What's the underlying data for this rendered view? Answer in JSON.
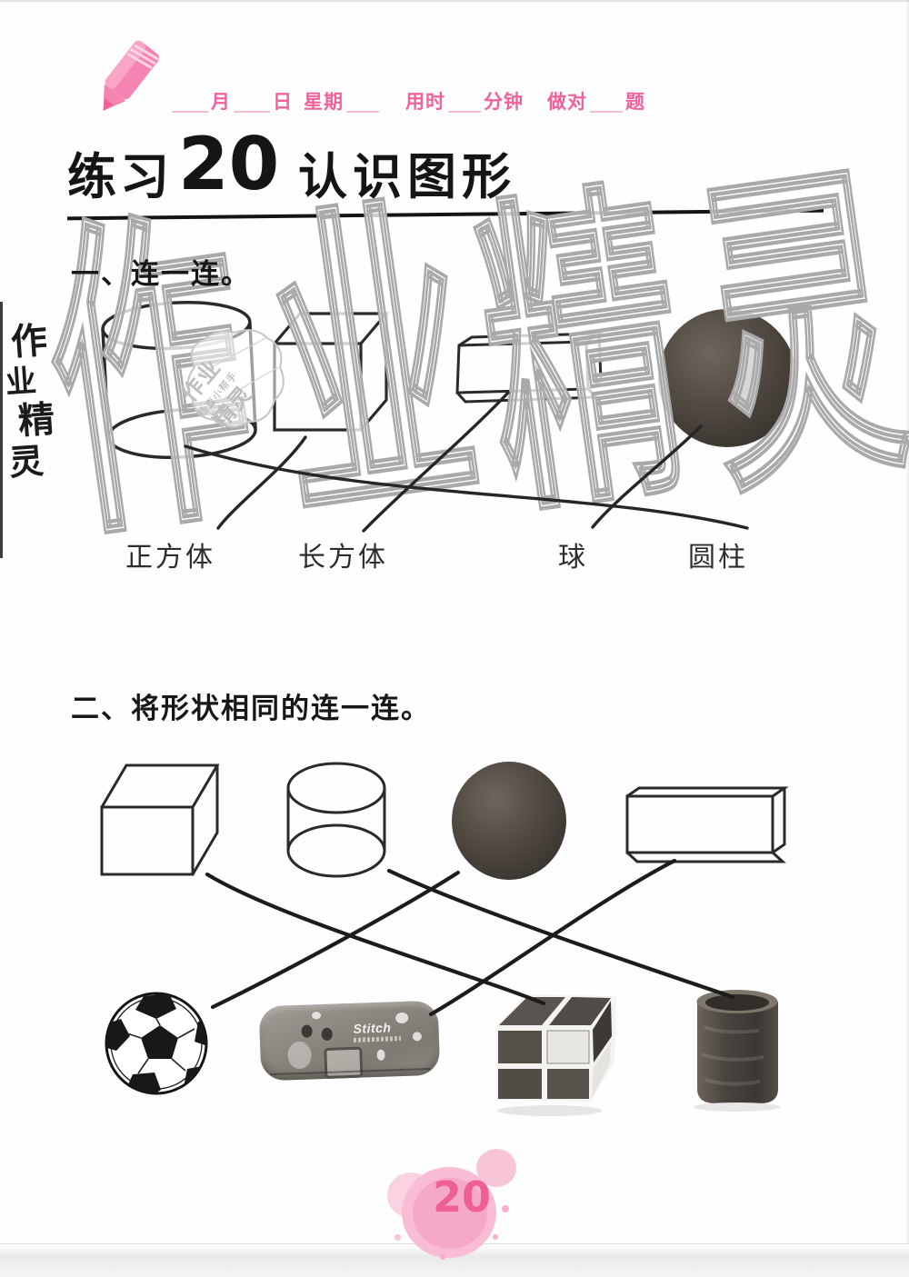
{
  "colors": {
    "accent_pink": "#f2619b",
    "blank_line_pink": "#f6bcd4",
    "splash_pink": "#f7b3cf",
    "page_number_pink": "#ee5f94",
    "ink_black": "#1d1d1d",
    "watermark_gray": "#a9a9a9",
    "photo_gray": "#55504a"
  },
  "header": {
    "crayon_icon": "pink-crayon-icon",
    "fields": [
      "月",
      "日",
      "星期",
      "用时",
      "分钟",
      "做对",
      "题"
    ]
  },
  "title": {
    "prefix": "练习",
    "number": "20",
    "name": "认识图形"
  },
  "section_one": {
    "heading": "一、连一连。",
    "shapes": [
      "圆柱",
      "正方体",
      "长方体",
      "球"
    ],
    "shape_labels": [
      "正方体",
      "长方体",
      "球",
      "圆柱"
    ],
    "connections": [
      {
        "from": "圆柱-shape",
        "to": "圆柱"
      },
      {
        "from": "正方体-shape",
        "to": "正方体"
      },
      {
        "from": "长方体-shape",
        "to": "长方体"
      },
      {
        "from": "球-shape",
        "to": "球"
      }
    ]
  },
  "section_two": {
    "heading": "二、将形状相同的连一连。",
    "shapes": [
      "正方体",
      "圆柱",
      "球",
      "长方体"
    ],
    "objects": [
      "足球",
      "文具盒",
      "魔方",
      "笔筒"
    ],
    "pencil_case_brand": "Stitch",
    "connections": [
      {
        "from": "正方体-shape",
        "to": "魔方"
      },
      {
        "from": "圆柱-shape",
        "to": "笔筒"
      },
      {
        "from": "球-shape",
        "to": "足球"
      },
      {
        "from": "长方体-shape",
        "to": "文具盒"
      }
    ]
  },
  "watermark": {
    "chars": [
      "作",
      "业",
      "精",
      "灵"
    ],
    "handwritten_chars": [
      "作",
      "业",
      "精",
      "灵"
    ],
    "stamp": {
      "line1": "作业",
      "line2": "检查小帮手",
      "line3": "精灵"
    }
  },
  "footer": {
    "page_number": "20"
  }
}
